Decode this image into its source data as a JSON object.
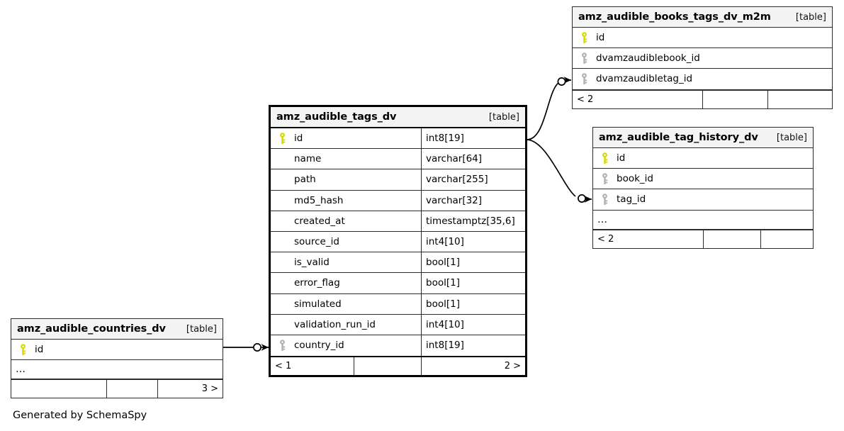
{
  "diagram": {
    "caption": "Generated by SchemaSpy",
    "table_tag": "[table]",
    "ellipsis": "…",
    "colors": {
      "primary_key": "#d6d600",
      "foreign_key": "#b0b0b0",
      "border": "#2b2b2b",
      "header_fill": "#f4f4f4",
      "background": "#ffffff"
    }
  },
  "tables": {
    "tags_dv": {
      "name": "amz_audible_tags_dv",
      "tag": "[table]",
      "columns": [
        {
          "key": "pk",
          "name": "id",
          "type": "int8[19]"
        },
        {
          "key": "none",
          "name": "name",
          "type": "varchar[64]"
        },
        {
          "key": "none",
          "name": "path",
          "type": "varchar[255]"
        },
        {
          "key": "none",
          "name": "md5_hash",
          "type": "varchar[32]"
        },
        {
          "key": "none",
          "name": "created_at",
          "type": "timestamptz[35,6]"
        },
        {
          "key": "none",
          "name": "source_id",
          "type": "int4[10]"
        },
        {
          "key": "none",
          "name": "is_valid",
          "type": "bool[1]"
        },
        {
          "key": "none",
          "name": "error_flag",
          "type": "bool[1]"
        },
        {
          "key": "none",
          "name": "simulated",
          "type": "bool[1]"
        },
        {
          "key": "none",
          "name": "validation_run_id",
          "type": "int4[10]"
        },
        {
          "key": "fk",
          "name": "country_id",
          "type": "int8[19]"
        }
      ],
      "footer": [
        "< 1",
        "",
        "2 >"
      ]
    },
    "books_tags_m2m": {
      "name": "amz_audible_books_tags_dv_m2m",
      "tag": "[table]",
      "columns": [
        {
          "key": "pk",
          "name": "id"
        },
        {
          "key": "fk",
          "name": "dvamzaudiblebook_id"
        },
        {
          "key": "fk",
          "name": "dvamzaudibletag_id"
        }
      ],
      "footer": [
        "< 2",
        "",
        ""
      ]
    },
    "tag_history": {
      "name": "amz_audible_tag_history_dv",
      "tag": "[table]",
      "columns": [
        {
          "key": "pk",
          "name": "id"
        },
        {
          "key": "fk",
          "name": "book_id"
        },
        {
          "key": "fk",
          "name": "tag_id"
        }
      ],
      "has_ellipsis_row": true,
      "footer": [
        "< 2",
        "",
        ""
      ]
    },
    "countries_dv": {
      "name": "amz_audible_countries_dv",
      "tag": "[table]",
      "columns": [
        {
          "key": "pk",
          "name": "id"
        }
      ],
      "has_ellipsis_row": true,
      "footer": [
        "",
        "",
        "3 >"
      ]
    }
  },
  "relationships": [
    {
      "from": "amz_audible_tags_dv.id",
      "to": "amz_audible_books_tags_dv_m2m.dvamzaudibletag_id",
      "end_marker": "zero-one-arrow"
    },
    {
      "from": "amz_audible_tags_dv.id",
      "to": "amz_audible_tag_history_dv.tag_id",
      "end_marker": "zero-one-arrow"
    },
    {
      "from": "amz_audible_countries_dv.id",
      "to": "amz_audible_tags_dv.country_id",
      "end_marker": "zero-one-arrow"
    }
  ]
}
